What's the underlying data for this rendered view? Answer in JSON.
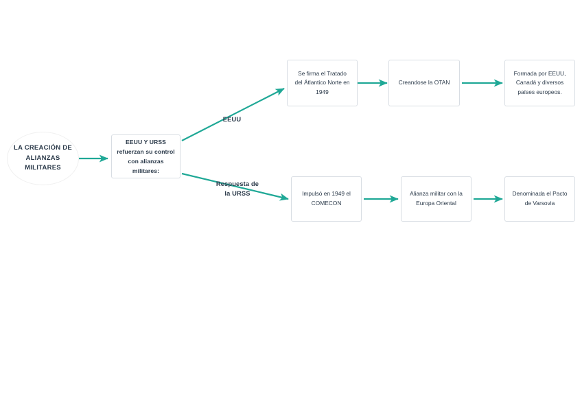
{
  "diagram": {
    "title": "La creación de alianzas militares",
    "background_color": "#ffffff",
    "accent_color": "#1fa896",
    "text_color": "#2b3a4a",
    "box_border_color": "#d8dde3",
    "root": {
      "label": "LA CREACIÓN DE\nALIANZAS\nMILITARES",
      "shape": "ellipse"
    },
    "hub": {
      "label": "EEUU Y URSS\nrefuerzan su control\ncon alianzas\nmilitares:",
      "shape": "rounded-rect"
    },
    "branch_labels": [
      {
        "id": "eeuu",
        "label": "EEUU"
      },
      {
        "id": "urss",
        "label": "Respuesta de\nla URSS"
      }
    ],
    "branches": [
      {
        "id": "top-branch",
        "name": "EEUU",
        "steps": [
          {
            "id": "tratado",
            "label": "Se firma el Tratado\ndel Átlantico Norte en\n1949"
          },
          {
            "id": "otan",
            "label": "Creandose la OTAN"
          },
          {
            "id": "miembros",
            "label": "Formada por EEUU,\nCanadá y diversos\npaíses europeos."
          }
        ]
      },
      {
        "id": "bottom-branch",
        "name": "Respuesta de la URSS",
        "steps": [
          {
            "id": "comecon",
            "label": "Impulsó en 1949 el\nCOMECON"
          },
          {
            "id": "alianza",
            "label": "Alianza militar con la\nEuropa Oriental"
          },
          {
            "id": "varsovia",
            "label": "Denominada el Pacto\nde Varsovia"
          }
        ]
      }
    ]
  }
}
